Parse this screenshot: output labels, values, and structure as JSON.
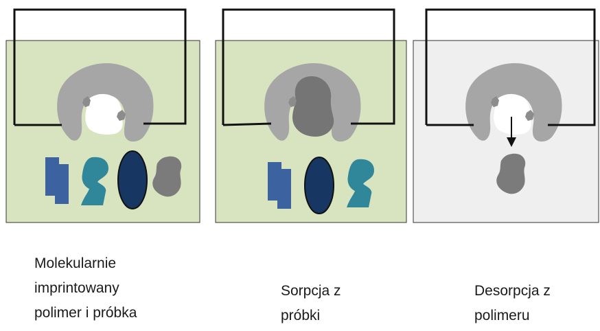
{
  "colors": {
    "panel_green": "#d8e4bf",
    "panel_gray": "#efefef",
    "panel_border": "#333333",
    "receptor": "#a6a6a6",
    "cavity": "#ffffff",
    "bound_template": "#757575",
    "binding_site": "#8c8c8c",
    "shape_blue": "#3d62a0",
    "shape_teal": "#2f8799",
    "shape_navy": "#173661",
    "shape_gray": "#7b7b7b",
    "frame": "#111111"
  },
  "icons": {
    "receptor": "imprinted-polymer-icon",
    "template": "template-molecule-icon",
    "arrow": "down-arrow-icon"
  },
  "captions": {
    "panel1": [
      "Molekularnie",
      "imprintowany",
      "polimer i próbka"
    ],
    "panel2": [
      "Sorpcja z",
      "próbki"
    ],
    "panel3": [
      "Desorpcja z",
      "polimeru"
    ]
  }
}
